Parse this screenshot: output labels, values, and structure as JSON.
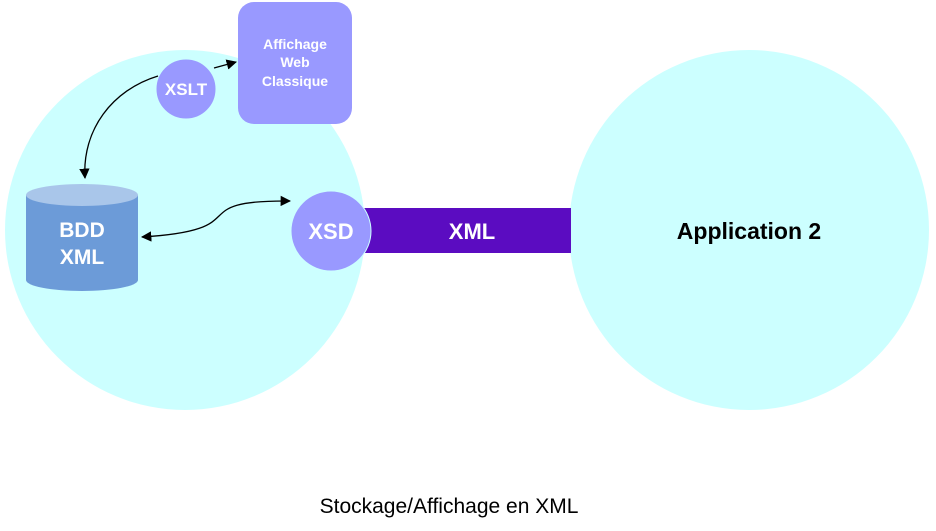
{
  "diagram": {
    "nodes": {
      "xslt": {
        "label": "XSLT"
      },
      "display": {
        "lines": [
          "Affichage",
          "Web",
          "Classique"
        ]
      },
      "database": {
        "lines": [
          "BDD",
          "XML"
        ]
      },
      "xsd": {
        "label": "XSD"
      },
      "xml_link": {
        "label": "XML"
      },
      "application": {
        "label": "Application 2"
      }
    },
    "caption": "Stockage/Affichage en XML"
  },
  "colors": {
    "domain_circle": "#ccffff",
    "node_fill": "#9999ff",
    "database_fill": "#6c9bd8",
    "database_top": "#a9c6ea",
    "link_bar": "#5b0cc1",
    "arrow": "#000000"
  }
}
